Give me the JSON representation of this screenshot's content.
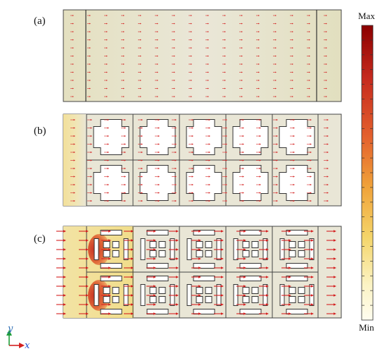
{
  "panels": [
    {
      "label": "(a)",
      "hotspot": "none"
    },
    {
      "label": "(b)",
      "hotspot": "left-yellow"
    },
    {
      "label": "(c)",
      "hotspot": "left-red"
    }
  ],
  "colorbar": {
    "max_label": "Max",
    "min_label": "Min",
    "stops": [
      "#8b0000",
      "#c62a1e",
      "#e4612d",
      "#f0a33a",
      "#f4d56a",
      "#fbf3c4",
      "#fffdf0"
    ]
  },
  "axes": {
    "x_label": "x",
    "y_label": "y",
    "x_color": "#1f4fd0",
    "y_color": "#2f6fb5",
    "x_arrow_color": "#d42020",
    "y_arrow_color": "#1f9e3a"
  },
  "colors": {
    "plate": "#e9e6d6",
    "edge": "#444444",
    "arrow": "#d42020"
  }
}
